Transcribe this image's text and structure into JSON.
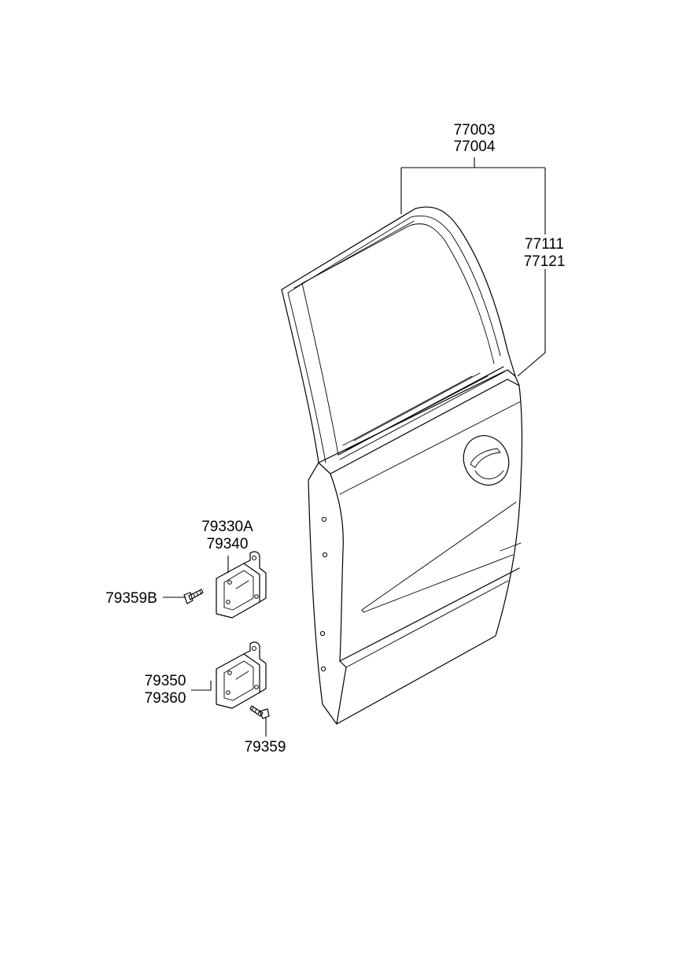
{
  "labels": {
    "door_assembly": [
      "77003",
      "77004"
    ],
    "door_panel": [
      "77111",
      "77121"
    ],
    "upper_hinge": [
      "79330A",
      "79340"
    ],
    "upper_hinge_bolt": "79359B",
    "lower_hinge": [
      "79350",
      "79360"
    ],
    "lower_hinge_bolt": "79359"
  },
  "colors": {
    "line": "#000000",
    "background": "#ffffff"
  }
}
